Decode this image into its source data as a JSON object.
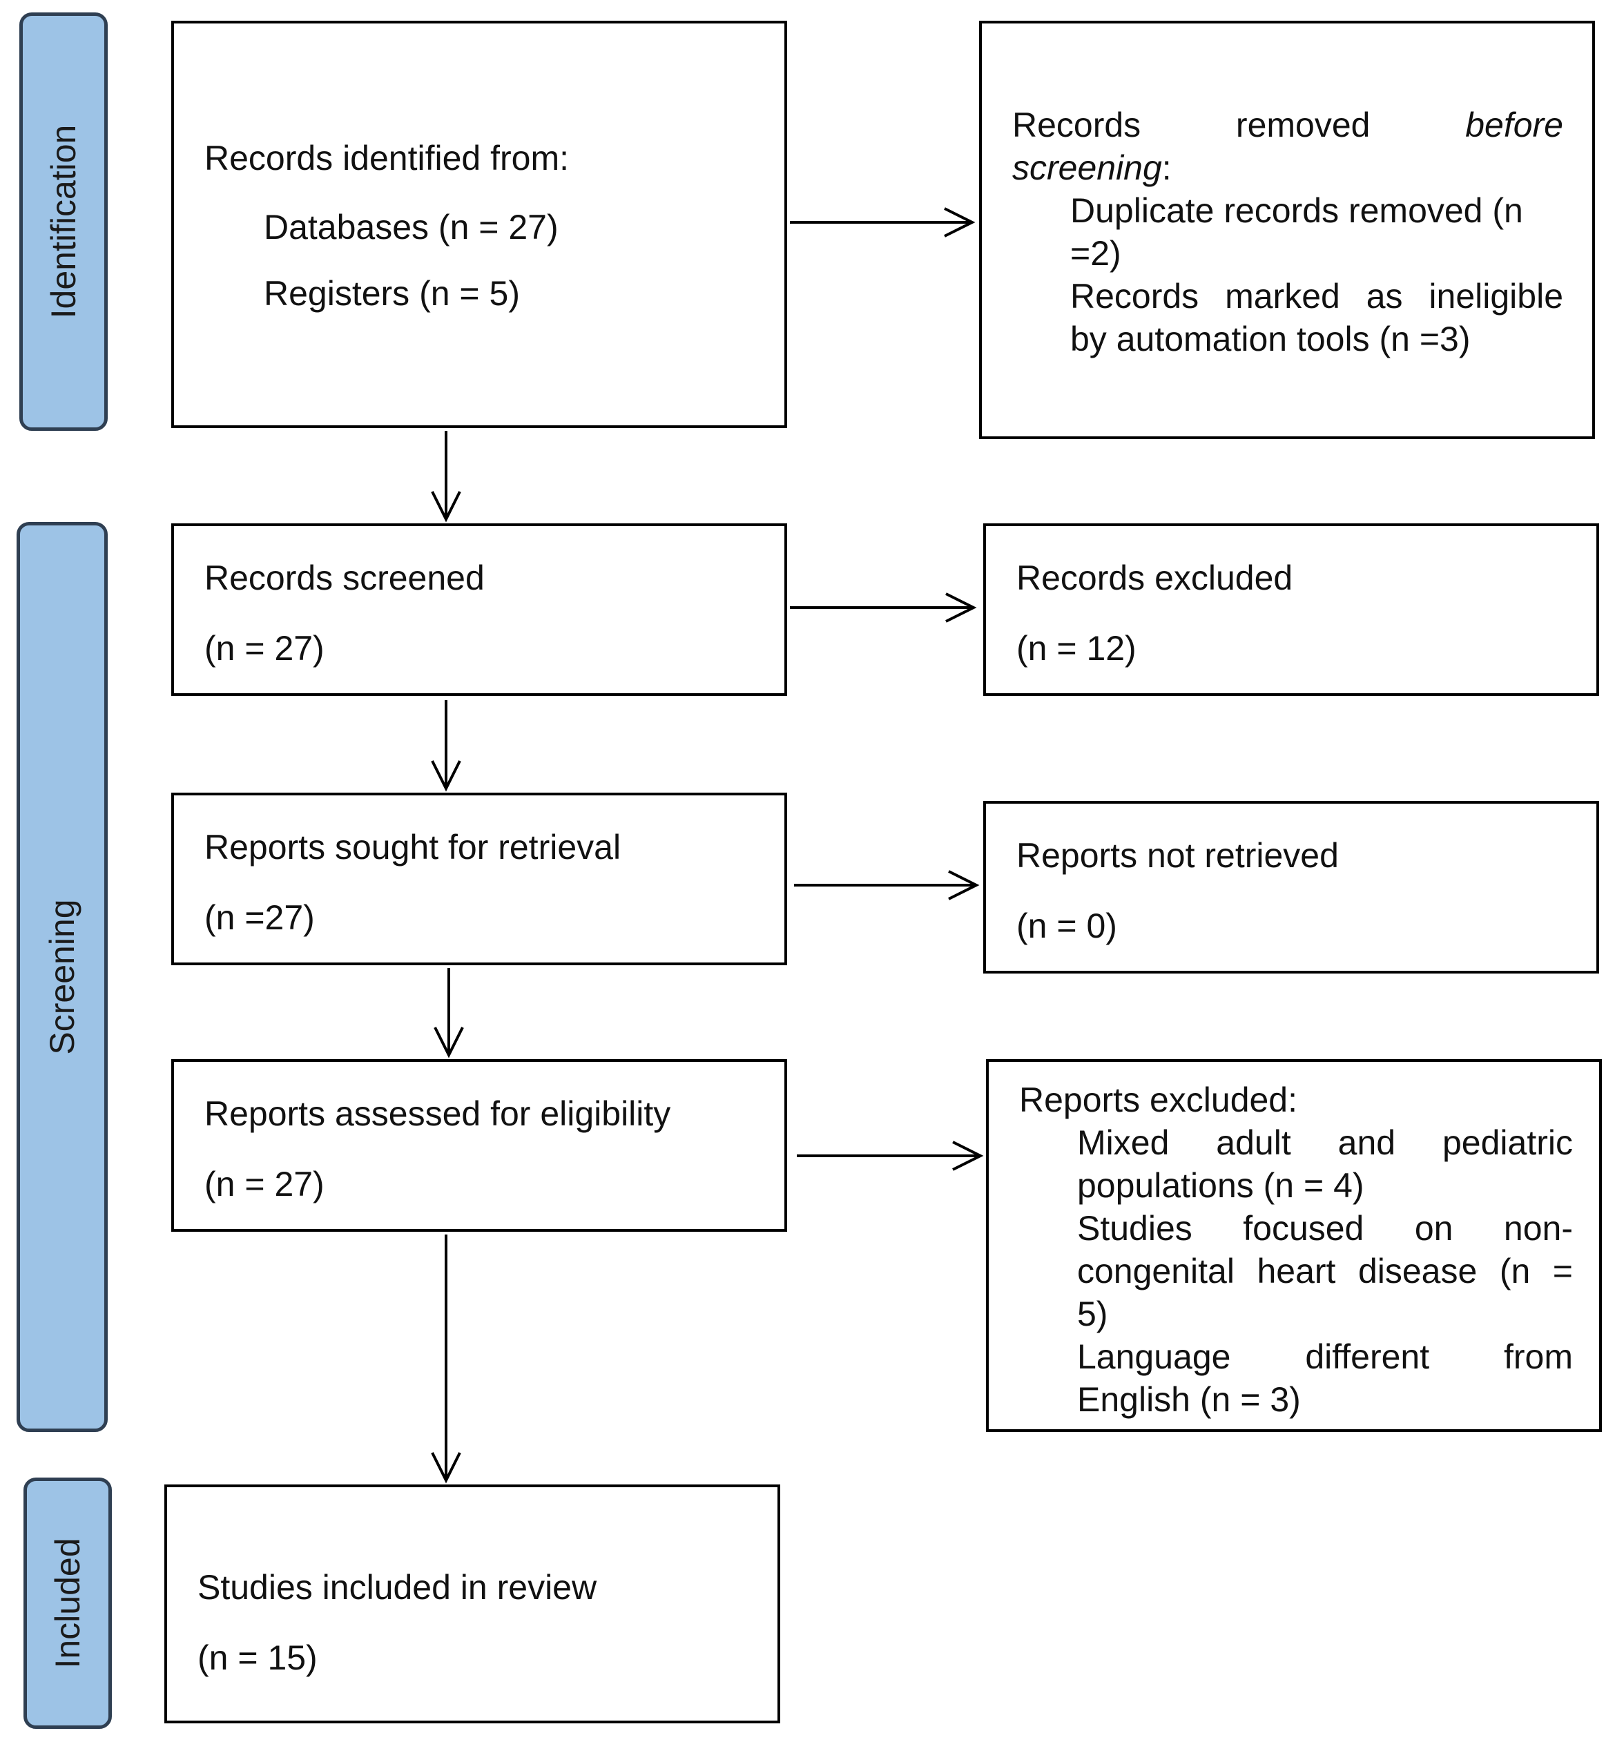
{
  "phases": {
    "identification": "Identification",
    "screening": "Screening",
    "included": "Included"
  },
  "identification": {
    "title": "Records identified from:",
    "databases": "Databases (n = 27)",
    "registers": "Registers (n = 5)"
  },
  "removed": {
    "title_a": "Records removed",
    "title_b": "before",
    "title_c": "screening",
    "title_colon": ":",
    "duplicates_1": "Duplicate records removed (n",
    "duplicates_2": "=2)",
    "ineligible_1": "Records marked as ineligible",
    "ineligible_2": "by automation tools (n =3)"
  },
  "screened": {
    "title": "Records screened",
    "count": "(n = 27)"
  },
  "excluded": {
    "title": "Records excluded",
    "count": "(n = 12)"
  },
  "sought": {
    "title": "Reports sought for retrieval",
    "count": "(n =27)"
  },
  "not_retrieved": {
    "title": "Reports not retrieved",
    "count": "(n = 0)"
  },
  "assessed": {
    "title": "Reports assessed for eligibility",
    "count": "(n = 27)"
  },
  "reports_excluded": {
    "title": "Reports excluded:",
    "r1_line1": "Mixed adult and pediatric",
    "r1_line2": "populations (n = 4)",
    "r2_line1": "Studies focused on non-",
    "r2_line2": "congenital heart disease (n =",
    "r2_line3": "5)",
    "r3_line1": "Language different from",
    "r3_line2": "English (n = 3)"
  },
  "included": {
    "title": "Studies included in review",
    "count": "(n = 15)"
  }
}
